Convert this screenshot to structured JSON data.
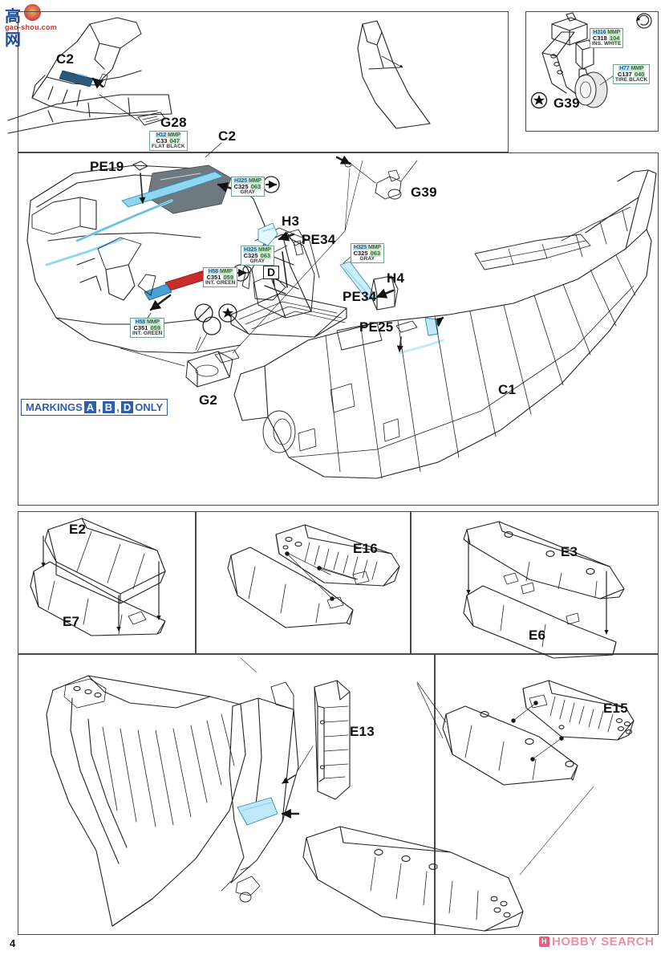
{
  "page": {
    "number": "4",
    "sheet_type": "model-kit-assembly-instructions"
  },
  "watermarks": {
    "top_left": {
      "cjk": "高网",
      "domain": "gao-shou.com"
    },
    "bottom_right": {
      "text": "HOBBY SEARCH",
      "logo_glyph": "H"
    }
  },
  "panels": [
    {
      "id": "detail-c2-g28",
      "title": ""
    },
    {
      "id": "detail-g39-gear",
      "title": ""
    },
    {
      "id": "main-fuselage",
      "title": ""
    },
    {
      "id": "wing-e2-e7",
      "title": ""
    },
    {
      "id": "wing-e16",
      "title": ""
    },
    {
      "id": "wing-e3-e6",
      "title": ""
    },
    {
      "id": "tail-e13",
      "title": ""
    },
    {
      "id": "wing-e15",
      "title": ""
    }
  ],
  "part_labels": {
    "panel_c2_g28": [
      {
        "name": "C2",
        "text": "C2"
      },
      {
        "name": "G28",
        "text": "G28"
      }
    ],
    "panel_gear": [
      {
        "name": "G39",
        "text": "G39"
      }
    ],
    "panel_main": [
      {
        "name": "C2",
        "text": "C2"
      },
      {
        "name": "PE19",
        "text": "PE19"
      },
      {
        "name": "H3",
        "text": "H3"
      },
      {
        "name": "PE34-upper",
        "text": "PE34"
      },
      {
        "name": "PE34-lower",
        "text": "PE34"
      },
      {
        "name": "H4",
        "text": "H4"
      },
      {
        "name": "G39",
        "text": "G39"
      },
      {
        "name": "PE25",
        "text": "PE25"
      },
      {
        "name": "C1",
        "text": "C1"
      },
      {
        "name": "G2",
        "text": "G2"
      },
      {
        "name": "D",
        "text": "D"
      }
    ],
    "panel_e2_e7": [
      {
        "name": "E2",
        "text": "E2"
      },
      {
        "name": "E7",
        "text": "E7"
      }
    ],
    "panel_e16": [
      {
        "name": "E16",
        "text": "E16"
      }
    ],
    "panel_e3_e6": [
      {
        "name": "E3",
        "text": "E3"
      },
      {
        "name": "E6",
        "text": "E6"
      }
    ],
    "panel_e13": [
      {
        "name": "E13",
        "text": "E13"
      }
    ],
    "panel_e15": [
      {
        "name": "E15",
        "text": "E15"
      }
    ]
  },
  "paint_callouts": [
    {
      "id": "flat-black",
      "hobby": "H12",
      "brand": "MMP",
      "gunze": "C33",
      "mmp_no": "047",
      "name": "FLAT BLACK"
    },
    {
      "id": "ins-white",
      "hobby": "H316",
      "brand": "MMP",
      "gunze": "C318",
      "mmp_no": "104",
      "name": "INS. WHITE"
    },
    {
      "id": "tire-black",
      "hobby": "H77",
      "brand": "MMP",
      "gunze": "C137",
      "mmp_no": "040",
      "name": "TIRE BLACK"
    },
    {
      "id": "gray-pe19",
      "hobby": "H325",
      "brand": "MMP",
      "gunze": "C325",
      "mmp_no": "063",
      "name": "GRAY"
    },
    {
      "id": "gray-h3",
      "hobby": "H325",
      "brand": "MMP",
      "gunze": "C325",
      "mmp_no": "063",
      "name": "GRAY"
    },
    {
      "id": "gray-pe34",
      "hobby": "H325",
      "brand": "MMP",
      "gunze": "C325",
      "mmp_no": "063",
      "name": "GRAY"
    },
    {
      "id": "int-green-upper",
      "hobby": "H58",
      "brand": "MMP",
      "gunze": "C351",
      "mmp_no": "059",
      "name": "INT. GREEN"
    },
    {
      "id": "int-green-lower",
      "hobby": "H58",
      "brand": "MMP",
      "gunze": "C351",
      "mmp_no": "059",
      "name": "INT. GREEN"
    }
  ],
  "markings_banner": {
    "prefix": "MARKINGS",
    "options": [
      "A",
      "B",
      "D"
    ],
    "separator": ",",
    "suffix": "ONLY",
    "accent_color": "#2f5fa8"
  },
  "symbols": {
    "repeat_icon": "repeat-arrow",
    "do_not_glue_icon": "no-glue",
    "optional_icon": "question-mark",
    "star_icon": "star",
    "arrow_icon": "black-arrow"
  },
  "colors": {
    "outline": "#222222",
    "panel_border": "#4a4a4a",
    "accent_blue": "#2f5fa8",
    "pe_highlight": "#7fd4ee",
    "shade_gray": "#6e7a80",
    "red_part": "#cc2b2b",
    "blue_part": "#4a9fd5",
    "paint_box_border": "#6f9f8f"
  }
}
